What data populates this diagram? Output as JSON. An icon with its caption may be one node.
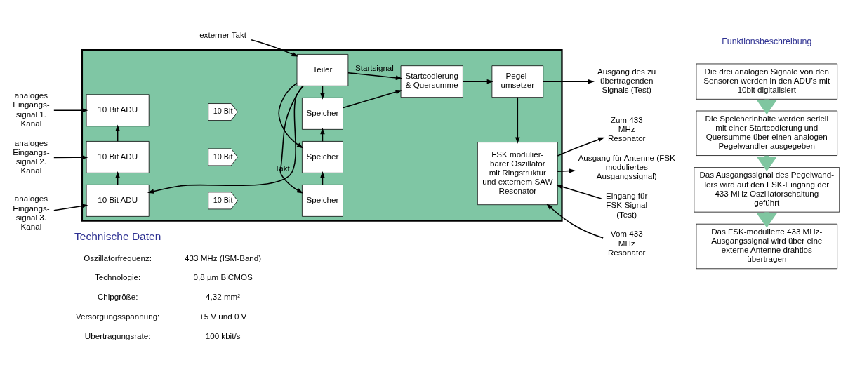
{
  "diagram": {
    "nodes": [
      {
        "text": [],
        "shape": "box"
      },
      {
        "text": [
          "analoges Eingangs- signal 1. Kanal"
        ]
      },
      {
        "text": [
          "analoges Eingangs- signal 2. Kanal"
        ]
      },
      {
        "text": [
          "analoges Eingangs- signal 3. Kanal"
        ]
      },
      {
        "text": [
          "10 Bit ADU"
        ],
        "in": 0
      },
      {
        "text": [
          "10 Bit"
        ],
        "in": 0
      },
      {
        "text": [
          "Speicher"
        ],
        "in": 0
      },
      {
        "text": [
          "10 Bit ADU"
        ],
        "in": 0
      },
      {
        "text": [
          "10 Bit"
        ],
        "in": 0
      },
      {
        "text": [
          "Speicher"
        ],
        "in": 0
      },
      {
        "text": [
          "10 Bit ADU"
        ],
        "in": 0
      },
      {
        "text": [
          "10 Bit"
        ],
        "in": 0
      },
      {
        "text": [
          "Speicher"
        ],
        "in": 0
      },
      {
        "text": [
          "Startcodierung & Quersumme"
        ],
        "in": 0
      },
      {
        "text": [
          "Pegel- umsetzer"
        ],
        "in": 0
      },
      {
        "text": [
          "FSK modulier- barer Oszillator mit Ringstruktur und externem SAW Resonator"
        ],
        "in": 0
      },
      {
        "text": [
          "Teiler"
        ],
        "in": 0
      },
      {
        "text": [
          "Ausgang des zu übertragenden Signals (Test)"
        ]
      },
      {
        "text": [
          "Eingang für FSK-Signal (Test)"
        ]
      },
      {
        "text": [
          "Vom 433 MHz Resonator"
        ]
      },
      {
        "text": [
          "Zum 433 MHz Resonator"
        ]
      },
      {
        "text": [
          "externer Takt"
        ]
      },
      {
        "text": [
          "Ausgang für Antenne (FSK moduliertes Ausgangssignal)"
        ]
      },
      {
        "text": [
          "Die drei analogen Signale von den Sensoren werden in den ADU’s mit 10bit digitalisiert"
        ]
      },
      {
        "text": [
          "Die Speicherinhalte werden seriell mit einer Startcodierung und Quersumme über einen analogen Pegelwandler ausgegeben"
        ]
      },
      {
        "text": [
          "Das Ausgangssignal des Pegelwand- lers wird auf den FSK-Eingang der 433 MHz Oszillatorschaltung geführt"
        ]
      },
      {
        "text": [
          "Das FSK-modulierte 433 MHz- Ausgangssignal wird über eine externe Antenne drahtlos übertragen"
        ]
      }
    ],
    "edges": [
      {
        "from": 1,
        "to": 4,
        "arrow": "to"
      },
      {
        "from": 2,
        "to": 7,
        "arrow": "to"
      },
      {
        "from": 3,
        "to": 10,
        "arrow": "to"
      },
      {
        "from": 7,
        "to": 4,
        "arrow": "to"
      },
      {
        "from": 10,
        "to": 7,
        "arrow": "to"
      },
      {
        "from": 9,
        "to": 6,
        "arrow": "to"
      },
      {
        "from": 12,
        "to": 9,
        "arrow": "to"
      },
      {
        "from": 6,
        "to": 13,
        "arrow": "to"
      },
      {
        "from": 16,
        "to": 12,
        "arrow": "to",
        "label": "Takt"
      },
      {
        "from": 16,
        "to": 9,
        "arrow": "to"
      },
      {
        "from": 16,
        "to": 6,
        "arrow": "to"
      },
      {
        "from": 16,
        "to": 10,
        "arrow": "to"
      },
      {
        "from": 16,
        "to": 13,
        "arrow": "to",
        "label": "Startsignal"
      },
      {
        "from": 13,
        "to": 14,
        "arrow": "to"
      },
      {
        "from": 14,
        "to": 17,
        "arrow": "to"
      },
      {
        "from": 14,
        "to": 15,
        "arrow": "to"
      },
      {
        "from": 18,
        "to": 15,
        "arrow": "to"
      },
      {
        "from": 19,
        "to": 15,
        "arrow": "to"
      },
      {
        "from": 15,
        "to": 20,
        "arrow": "to"
      },
      {
        "from": 21,
        "to": 16,
        "arrow": "to"
      },
      {
        "from": 15,
        "to": 22,
        "arrow": "to"
      },
      {
        "from": 23,
        "to": 24,
        "arrow": "to",
        "style": "thick",
        "color": "#7fc6a0"
      },
      {
        "from": 24,
        "to": 25,
        "arrow": "to",
        "style": "thick",
        "color": "#7fc6a0"
      },
      {
        "from": 25,
        "to": 26,
        "arrow": "to",
        "style": "thick",
        "color": "#7fc6a0"
      }
    ],
    "labels": [
      "Funktionsbeschreibung",
      "Technische Daten",
      "Oszillatorfrequenz:",
      "433 MHz (ISM-Band)",
      "Technologie:",
      "0,8 µm BiCMOS",
      "Chipgröße:",
      "4,32 mm²",
      "Versorgungsspannung:",
      "+5 V und 0 V",
      "Übertragungsrate:",
      "100 kbit/s"
    ]
  }
}
